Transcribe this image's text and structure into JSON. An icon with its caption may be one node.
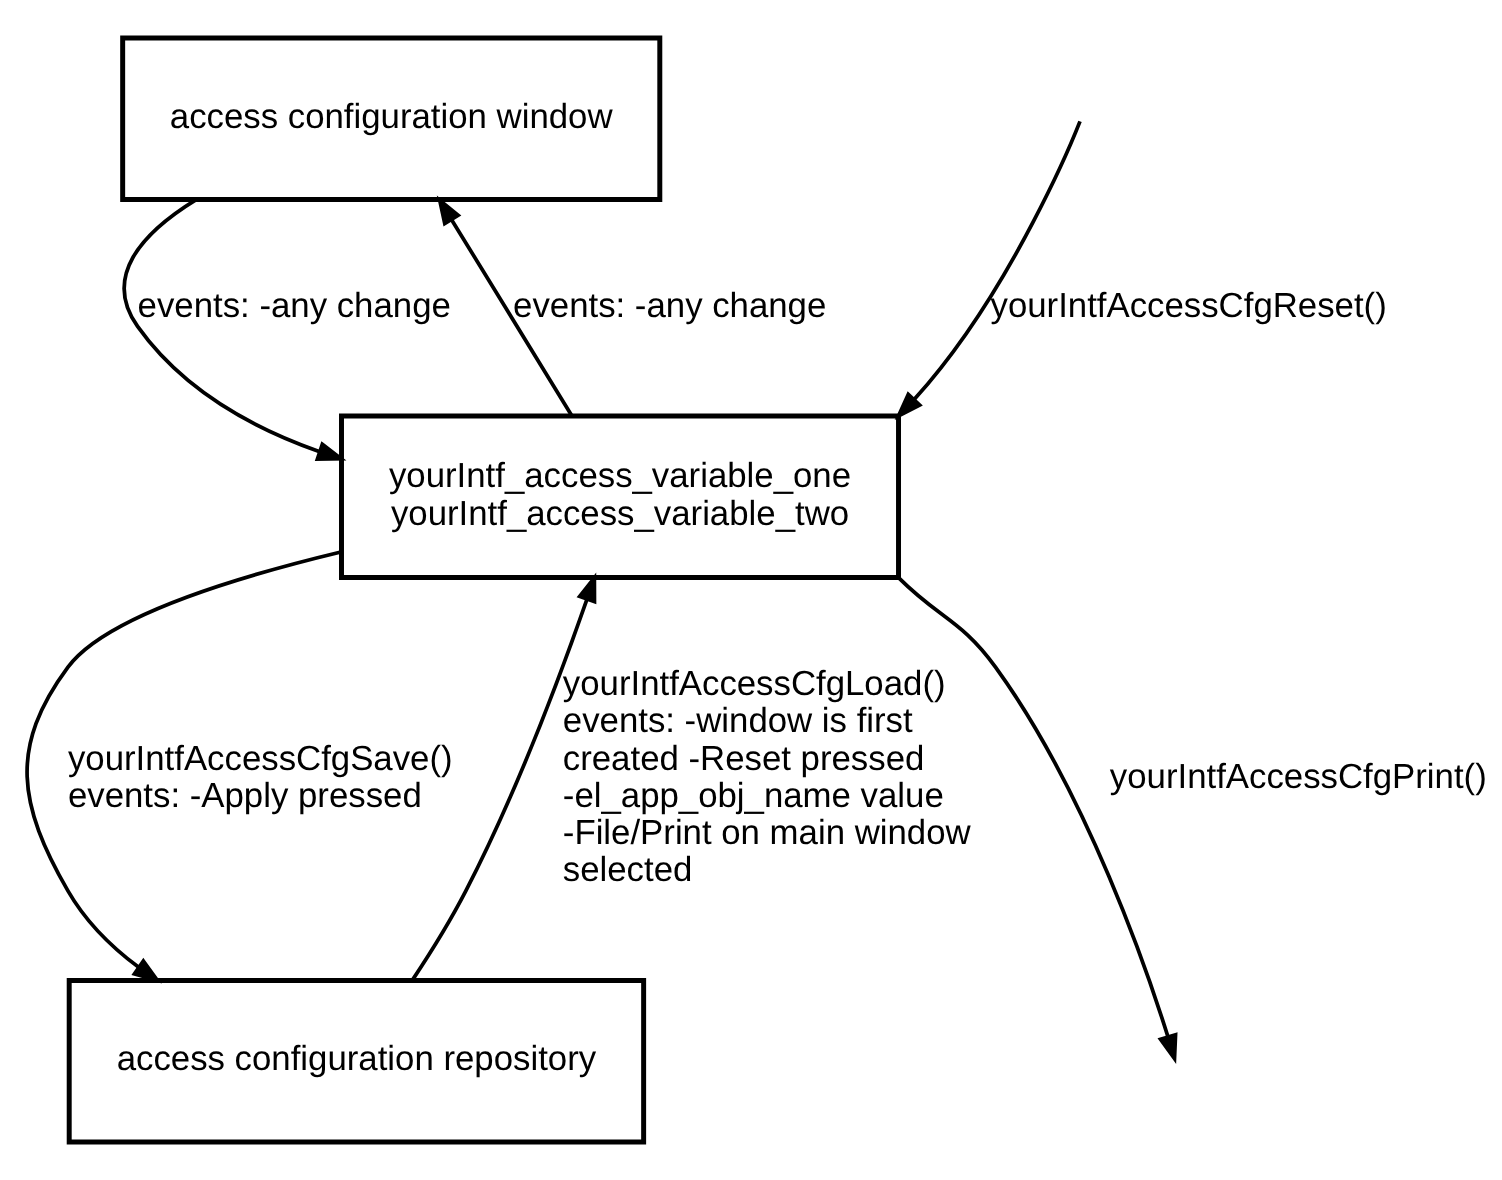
{
  "diagram": {
    "nodes": [
      {
        "text": [
          "access configuration window"
        ]
      },
      {
        "text": [
          "yourIntf_access_variable_one",
          "yourIntf_access_variable_two"
        ]
      },
      {
        "text": [
          "access configuration repository"
        ]
      }
    ],
    "edges": [
      {
        "from": 0,
        "to": 1,
        "arrow": "to",
        "label": "events: -any change"
      },
      {
        "from": 1,
        "to": 0,
        "arrow": "to",
        "label": "events: -any change"
      },
      {
        "from": 1,
        "to": null,
        "arrow": "to",
        "label": "yourIntfAccessCfgPrint()"
      },
      {
        "from": null,
        "to": 1,
        "arrow": "to",
        "label": "yourIntfAccessCfgReset()"
      },
      {
        "from": 1,
        "to": 2,
        "arrow": "to",
        "label": "yourIntfAccessCfgSave() events: -Apply pressed"
      },
      {
        "from": 2,
        "to": 1,
        "arrow": "to",
        "label": "yourIntfAccessCfgLoad() events: -window is first created -Reset pressed -el_app_obj_name value -File/Print on main window selected"
      }
    ]
  }
}
